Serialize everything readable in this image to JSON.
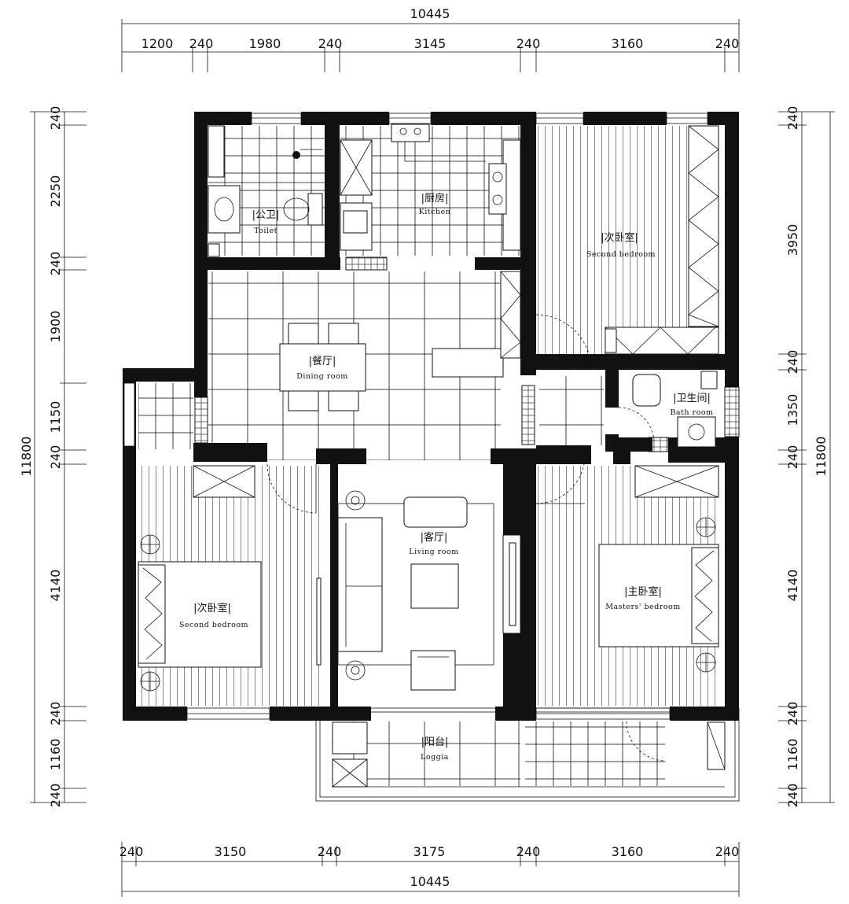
{
  "dimensions": {
    "top_total": "10445",
    "top_segments": [
      "1200",
      "240",
      "1980",
      "240",
      "3145",
      "240",
      "3160",
      "240"
    ],
    "bottom_total": "10445",
    "bottom_segments": [
      "240",
      "3150",
      "240",
      "3175",
      "240",
      "3160",
      "240"
    ],
    "left_total": "11800",
    "left_segments": [
      "240",
      "2250",
      "240",
      "1900",
      "1150",
      "240",
      "4140",
      "240",
      "1160",
      "240"
    ],
    "right_total": "11800",
    "right_segments": [
      "240",
      "3950",
      "240",
      "1350",
      "240",
      "4140",
      "240",
      "1160",
      "240"
    ]
  },
  "rooms": {
    "toilet": {
      "zh": "|公卫|",
      "en": "Toilet"
    },
    "kitchen": {
      "zh": "|厨房|",
      "en": "Kitchen"
    },
    "second_bedroom_ne": {
      "zh": "|次卧室|",
      "en": "Second bedroom"
    },
    "dining": {
      "zh": "|餐厅|",
      "en": "Dining room"
    },
    "bath": {
      "zh": "|卫生间|",
      "en": "Bath room"
    },
    "second_bedroom_sw": {
      "zh": "|次卧室|",
      "en": "Second bedroom"
    },
    "living": {
      "zh": "|客厅|",
      "en": "Living room"
    },
    "master": {
      "zh": "|主卧室|",
      "en": "Masters' bedroom"
    },
    "loggia": {
      "zh": "|阳台|",
      "en": "Loggia"
    }
  },
  "colors": {
    "line": "#111111",
    "background": "#ffffff"
  }
}
